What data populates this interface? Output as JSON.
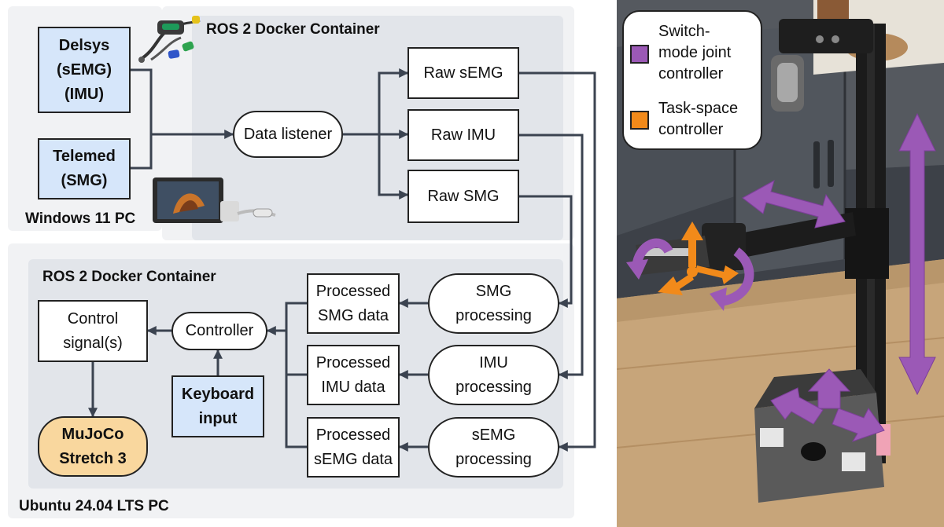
{
  "windows_pc": {
    "title": "Windows 11 PC",
    "delsys": "Delsys\n(sEMG)\n(IMU)",
    "telemed": "Telemed\n(SMG)"
  },
  "ros_container_top": {
    "title": "ROS 2 Docker Container",
    "data_listener": "Data listener",
    "raw_semg": "Raw sEMG",
    "raw_imu": "Raw IMU",
    "raw_smg": "Raw SMG"
  },
  "ubuntu_pc": {
    "title": "Ubuntu 24.04 LTS PC",
    "container_title": "ROS 2 Docker Container",
    "control_signals": "Control\nsignal(s)",
    "controller": "Controller",
    "keyboard_input": "Keyboard\ninput",
    "mujoco": "MuJoCo\nStretch 3",
    "processed_smg": "Processed\nSMG data",
    "processed_imu": "Processed\nIMU data",
    "processed_semg": "Processed\nsEMG data",
    "smg_processing": "SMG\nprocessing",
    "imu_processing": "IMU\nprocessing",
    "semg_processing": "sEMG\nprocessing"
  },
  "legend": {
    "switch_mode": "Switch-\nmode joint\ncontroller",
    "task_space": "Task-space\ncontroller"
  },
  "colors": {
    "switch_mode": "#9b59b6",
    "task_space": "#f28a1a",
    "sensor_box": "#d6e6fa",
    "sim_box": "#f9d79e",
    "arrow": "#3b4350"
  }
}
